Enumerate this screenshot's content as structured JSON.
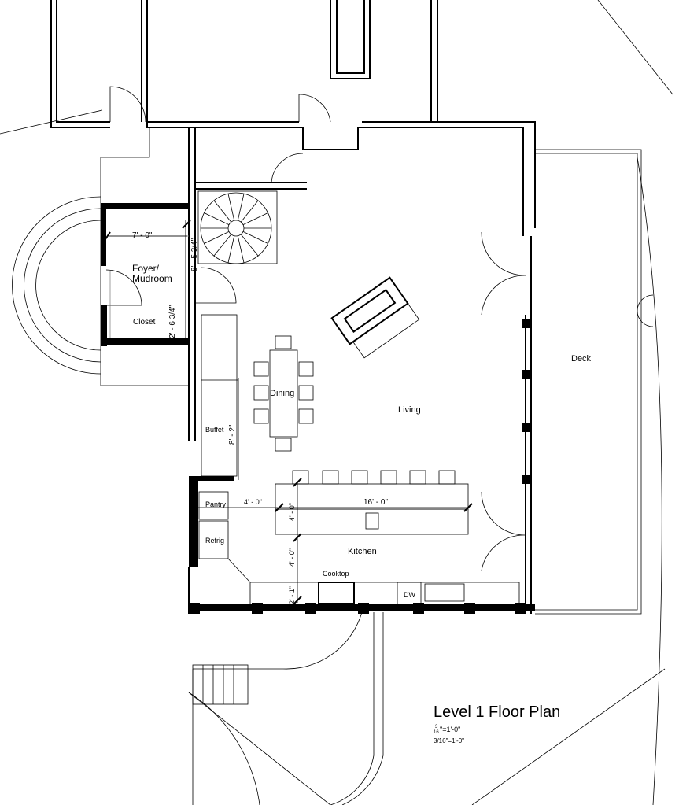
{
  "title": "Level 1 Floor Plan",
  "scale": "3/16\"=1'-0\"",
  "scale_parts": {
    "num": "3",
    "den": "16",
    "rest": "\"=1'-0\""
  },
  "rooms": {
    "foyer": "Foyer/",
    "foyer2": "Mudroom",
    "closet": "Closet",
    "dining": "Dining",
    "living": "Living",
    "deck": "Deck",
    "buffet": "Buffet",
    "pantry": "Pantry",
    "refrig": "Refrig",
    "kitchen": "Kitchen",
    "cooktop": "Cooktop",
    "dw": "DW"
  },
  "dimensions": {
    "foyer_width": "7' - 0\"",
    "foyer_depth": "8' - 5 3/4\"",
    "closet_depth": "2' - 6 3/4\"",
    "buffet_len": "8' - 2\"",
    "pantry_gap": "4' - 0\"",
    "island_len": "16' - 0\"",
    "island_width": "4' - 0\"",
    "aisle": "4' - 0\"",
    "counter": "2' - 1\""
  }
}
